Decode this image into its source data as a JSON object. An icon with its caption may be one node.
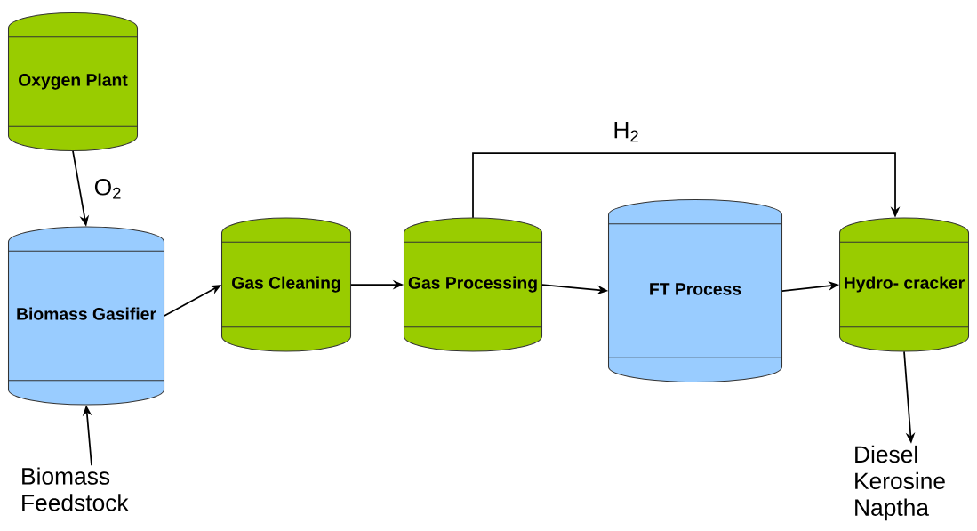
{
  "diagram": {
    "nodes": [
      {
        "text": [
          "Oxygen Plant"
        ]
      },
      {
        "text": [
          "Biomass Gasifier"
        ]
      },
      {
        "text": [
          "Gas Cleaning"
        ]
      },
      {
        "text": [
          "Gas Processing"
        ]
      },
      {
        "text": [
          "FT Process"
        ]
      },
      {
        "text": [
          "Hydro- cracker"
        ]
      },
      {
        "text": [
          "Biomass Feedstock"
        ]
      },
      {
        "text": [
          "Diesel Kerosine Naptha"
        ]
      }
    ],
    "edges": [
      {
        "from": 0,
        "to": 1,
        "arrow": "to",
        "label": "O$_{2}$"
      },
      {
        "from": 6,
        "to": 1,
        "arrow": "to"
      },
      {
        "from": 1,
        "to": 2,
        "arrow": "to"
      },
      {
        "from": 2,
        "to": 3,
        "arrow": "to"
      },
      {
        "from": 3,
        "to": 4,
        "arrow": "to"
      },
      {
        "from": 3,
        "to": 5,
        "arrow": "to",
        "label": "H$_{2}$"
      },
      {
        "from": 4,
        "to": 5,
        "arrow": "to"
      },
      {
        "from": 5,
        "to": 7,
        "arrow": "to"
      }
    ]
  }
}
